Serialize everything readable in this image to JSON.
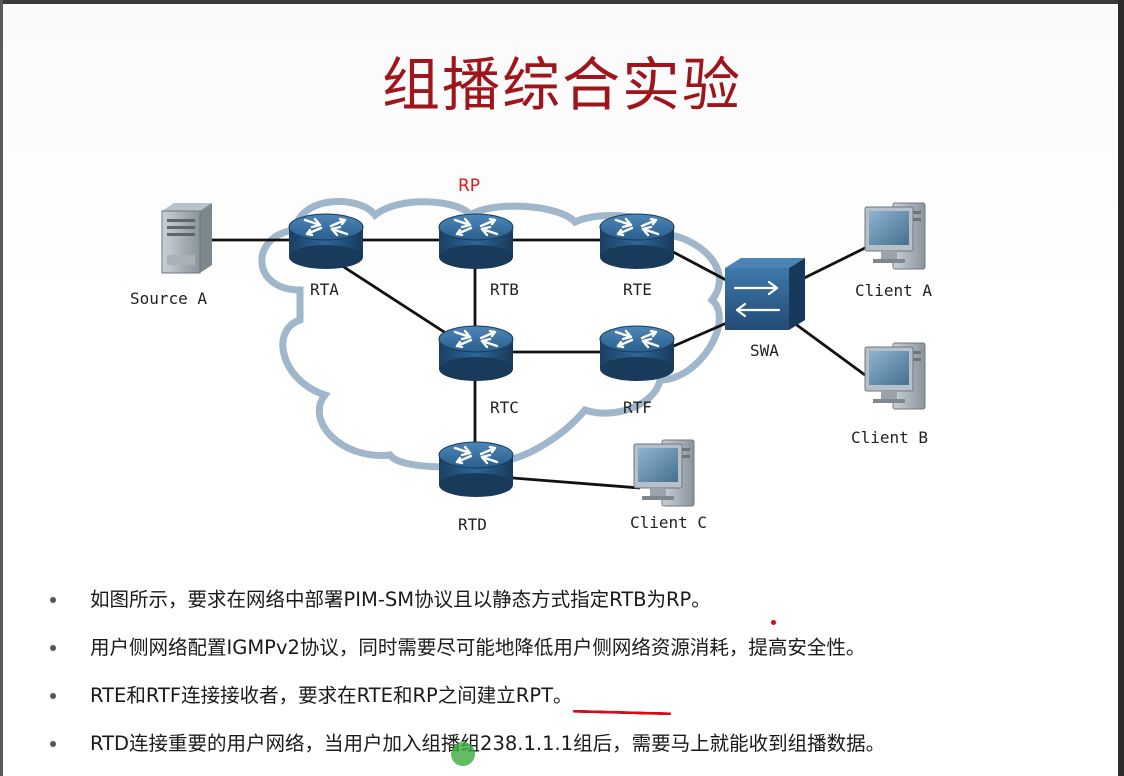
{
  "slide": {
    "title": "组播综合实验"
  },
  "diagram": {
    "rp_label": "RP",
    "nodes": {
      "source_a": "Source A",
      "rta": "RTA",
      "rtb": "RTB",
      "rtc": "RTC",
      "rtd": "RTD",
      "rte": "RTE",
      "rtf": "RTF",
      "swa": "SWA",
      "client_a": "Client A",
      "client_b": "Client B",
      "client_c": "Client C"
    }
  },
  "bullets": [
    "如图所示，要求在网络中部署PIM-SM协议且以静态方式指定RTB为RP。",
    "用户侧网络配置IGMPv2协议，同时需要尽可能地降低用户侧网络资源消耗，提高安全性。",
    "RTE和RTF连接接收者，要求在RTE和RP之间建立RPT。",
    "RTD连接重要的用户网络，当用户加入组播组238.1.1.1组后，需要马上就能收到组播数据。"
  ],
  "colors": {
    "title": "#a0141b",
    "rp_label": "#d7191c",
    "annotation": "#d8091a",
    "router_body": "#1e4a73",
    "cloud_stroke": "#8fa9c2"
  }
}
